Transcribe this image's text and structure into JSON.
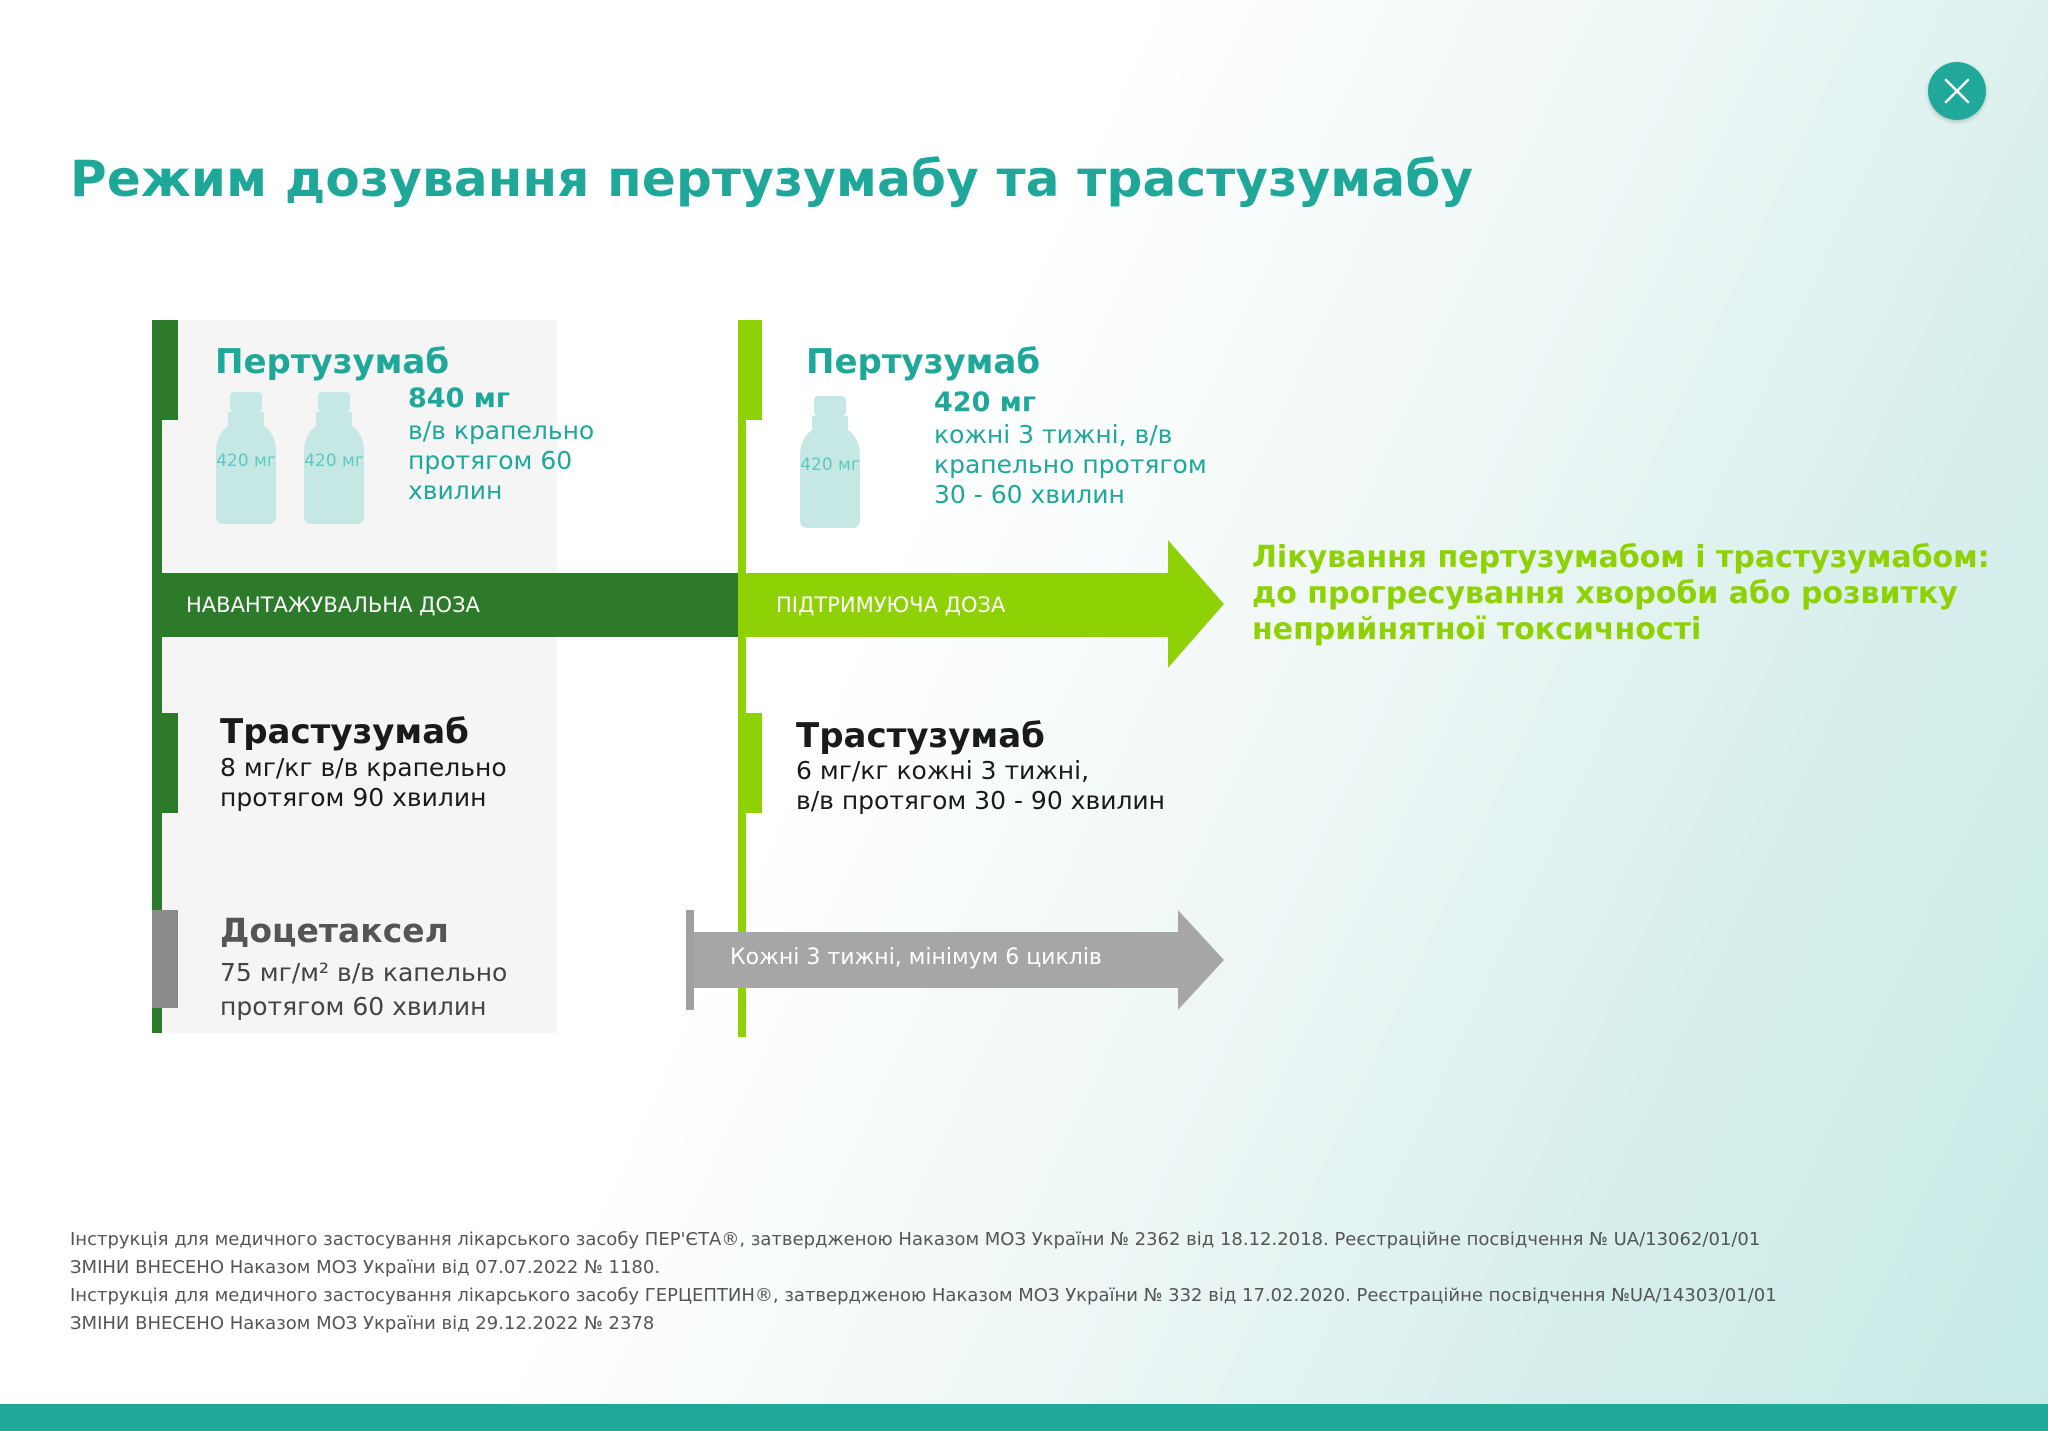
{
  "title": "Режим дозування пертузумабу та трастузумабу",
  "colors": {
    "teal": "#1fa89a",
    "dark_green": "#2e7a2b",
    "light_green": "#8ed104",
    "gray": "#a0a0a0"
  },
  "icons": {
    "close": "close-icon",
    "vial": "vial-icon"
  },
  "loading": {
    "band_label": "НАВАНТАЖУВАЛЬНА ДОЗА",
    "pertuzumab": {
      "name": "Пертузумаб",
      "vial_label": "420 мг",
      "dose": "840 мг",
      "lines": [
        "в/в крапельно",
        "протягом 60",
        "хвилин"
      ]
    },
    "trastuzumab": {
      "name": "Трастузумаб",
      "lines": [
        "8 мг/кг в/в крапельно",
        "протягом 90 хвилин"
      ]
    },
    "docetaxel": {
      "name": "Доцетаксел",
      "lines": [
        "75 мг/м² в/в капельно",
        "протягом 60 хвилин"
      ]
    }
  },
  "maintenance": {
    "band_label": "ПІДТРИМУЮЧА ДОЗА",
    "pertuzumab": {
      "name": "Пертузумаб",
      "vial_label": "420 мг",
      "dose": "420 мг",
      "lines": [
        "кожні 3 тижні, в/в",
        "крапельно протягом",
        "30 - 60 хвилин"
      ]
    },
    "trastuzumab": {
      "name": "Трастузумаб",
      "lines": [
        "6 мг/кг кожні 3 тижні,",
        "в/в протягом 30 - 90 хвилин"
      ]
    }
  },
  "docetaxel_arrow_label": "Кожні 3 тижні, мінімум 6 циклів",
  "outcome": [
    "Лікування пертузумабом і трастузумабом:",
    "до прогресування хвороби або розвитку",
    "неприйнятної токсичності"
  ],
  "references": [
    "Інструкція для медичного застосування лікарського засобу ПЕР'ЄТА®, затвердженою Наказом МОЗ України № 2362 від 18.12.2018. Реєстраційне посвідчення № UA/13062/01/01",
    "ЗМІНИ ВНЕСЕНО Наказом МОЗ України від 07.07.2022 № 1180.",
    "Інструкція для медичного застосування лікарського засобу ГЕРЦЕПТИН®, затвердженою Наказом МОЗ України № 332 від 17.02.2020. Реєстраційне посвідчення №UA/14303/01/01",
    "ЗМІНИ ВНЕСЕНО Наказом МОЗ України від 29.12.2022 № 2378"
  ]
}
